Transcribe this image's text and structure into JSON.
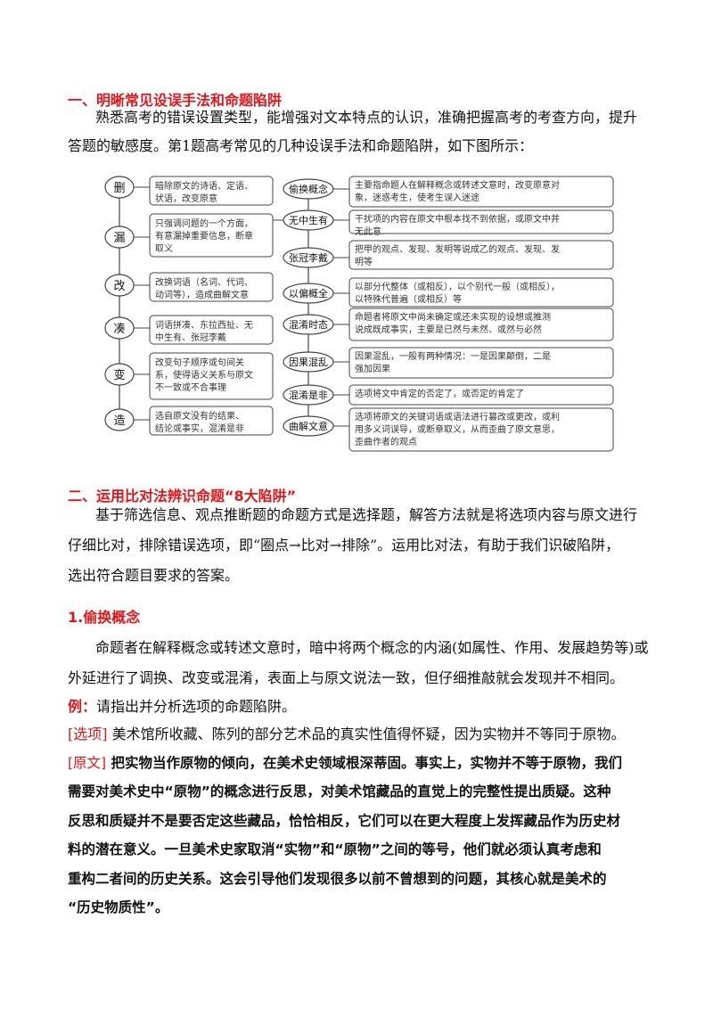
{
  "sec1": {
    "heading": "一、明晰常见设误手法和命题陷阱",
    "para_l1": "熟悉高考的错误设置类型，能增强对文本特点的认识，准确把握高考的考查方向，提升",
    "para_l2": "答题的敏感度。第1题高考常见的几种设误手法和命题陷阱，如下图所示："
  },
  "diagram": {
    "left": [
      {
        "char": "删",
        "desc": [
          "暗除原文的诗语、定语、",
          "状语，改变原意"
        ]
      },
      {
        "char": "漏",
        "desc": [
          "只强调问题的一个方面，",
          "有意漏掉重要信息，断章",
          "取义"
        ]
      },
      {
        "char": "改",
        "desc": [
          "改换词语（名词、代词、",
          "动词等），造成曲解文意"
        ]
      },
      {
        "char": "凑",
        "desc": [
          "词语拼凑、东拉西扯、无",
          "中生有、张冠李戴"
        ]
      },
      {
        "char": "变",
        "desc": [
          "改变句子顺序或句间关",
          "系，使得语义关系与原文",
          "不一致或不合事理"
        ]
      },
      {
        "char": "造",
        "desc": [
          "选自原文没有的结果、",
          "结论或事实，混淆是非"
        ]
      }
    ],
    "right": [
      {
        "label": "偷换概念",
        "desc": [
          "主要指命题人在解释概念或转述文意时，改变原意对",
          "象，迷惑考生，使考生误入迷途"
        ]
      },
      {
        "label": "无中生有",
        "desc": [
          "干扰项的内容在原文中根本找不到依据，或原文中并",
          "无此意"
        ]
      },
      {
        "label": "张冠李戴",
        "desc": [
          "把甲的观点、发现、发明等说成乙的观点、发现、发",
          "明等"
        ]
      },
      {
        "label": "以偏概全",
        "desc": [
          "以部分代整体（或相反），以个别代一般（或相反），",
          "以特殊代普遍（或相反）等"
        ]
      },
      {
        "label": "混淆时态",
        "desc": [
          "命题者将原文中尚未确定或还未实现的设想或推测",
          "说成既成事实，主要是已然与未然、或然与必然"
        ]
      },
      {
        "label": "因果混乱",
        "desc": [
          "因果混乱，一般有两种情况：一是因果颠倒，二是",
          "强加因果"
        ]
      },
      {
        "label": "混淆是非",
        "desc": [
          "选项将文中肯定的否定了，或否定的肯定了"
        ]
      },
      {
        "label": "曲解文意",
        "desc": [
          "选项将原文的关键词语或语法进行篡改或更改，或利",
          "用多义词误导，或断章取义，从而歪曲了原文意思，",
          "歪曲作者的观点"
        ]
      }
    ]
  },
  "sec2": {
    "heading": "二、运用比对法辨识命题“8大陷阱”",
    "para_l1": "基于筛选信息、观点推断题的命题方式是选择题，解答方法就是将选项内容与原文进行",
    "para_l2": "仔细比对，排除错误选项，即“圈点→比对→排除”。运用比对法，有助于我们识破陷阱，",
    "para_l3": "选出符合题目要求的答案。"
  },
  "sub1": {
    "heading": "1.偷换概念",
    "para_l1": "命题者在解释概念或转述文意时，暗中将两个概念的内涵(如属性、作用、发展趋势等)或",
    "para_l2": "外延进行了调换、改变或混淆，表面上与原文说法一致，但仔细推敲就会发现并不相同。",
    "example_label": "例：",
    "example_text": "请指出并分析选项的命题陷阱。",
    "option_tag": "[选项]",
    "option_text": "美术馆所收藏、陈列的部分艺术品的真实性值得怀疑，因为实物并不等同于原物。",
    "source_tag": "[原文]",
    "source_l1": "把实物当作原物的倾向，在美术史领域根深蒂固。事实上，实物并不等于原物，我们",
    "source_l2": "需要对美术史中“原物”的概念进行反思，对美术馆藏品的直觉上的完整性提出质疑。这种",
    "source_l3": "反思和质疑并不是要否定这些藏品，恰恰相反，它们可以在更大程度上发挥藏品作为历史材",
    "source_l4": "料的潜在意义。一旦美术史家取消“实物”和“原物”之间的等号，他们就必须认真考虑和",
    "source_l5": "重构二者间的历史关系。这会引导他们发现很多以前不曾想到的问题，其核心就是美术的",
    "source_l6": "“历史物质性”。"
  }
}
